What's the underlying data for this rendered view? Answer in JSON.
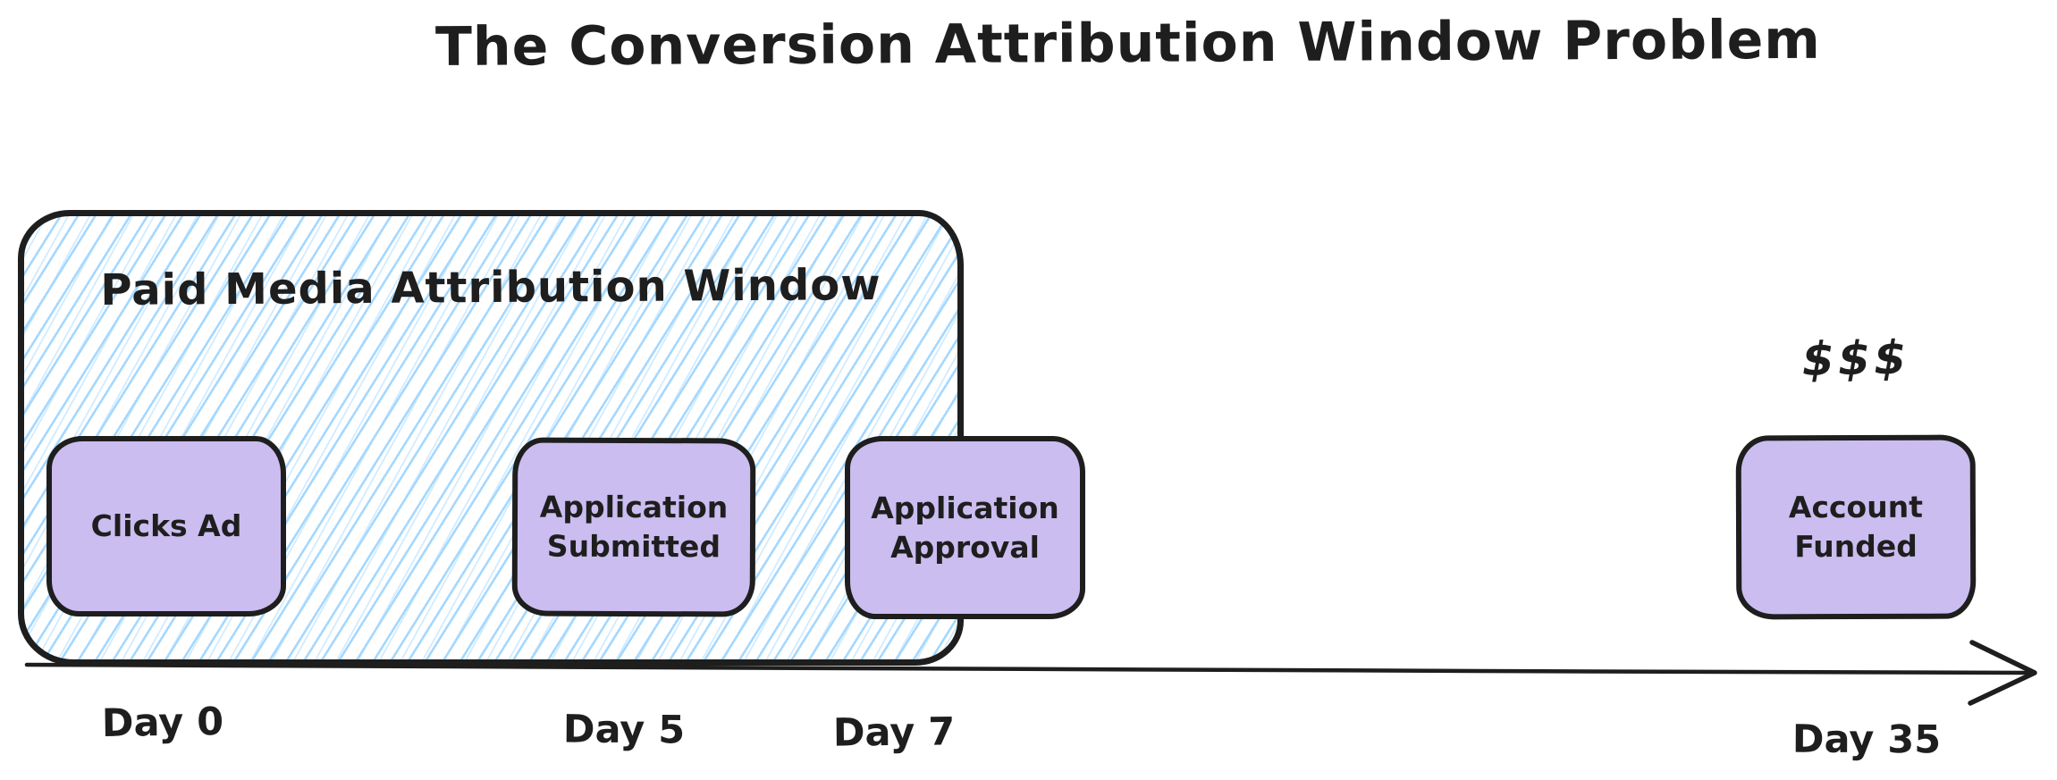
{
  "title": "The Conversion Attribution Window Problem",
  "window": {
    "label": "Paid Media Attribution Window"
  },
  "events": [
    {
      "label": "Clicks Ad",
      "day": "Day 0"
    },
    {
      "label": "Application Submitted",
      "day": "Day 5"
    },
    {
      "label": "Application Approval",
      "day": "Day 7"
    },
    {
      "label": "Account Funded",
      "day": "Day 35",
      "annotation": "$$$"
    }
  ],
  "colors": {
    "stroke": "#1e1e1e",
    "event_fill": "#cbbdf0",
    "hatch_blue": "#a5d8ff",
    "canvas_background": "#ffffff"
  }
}
